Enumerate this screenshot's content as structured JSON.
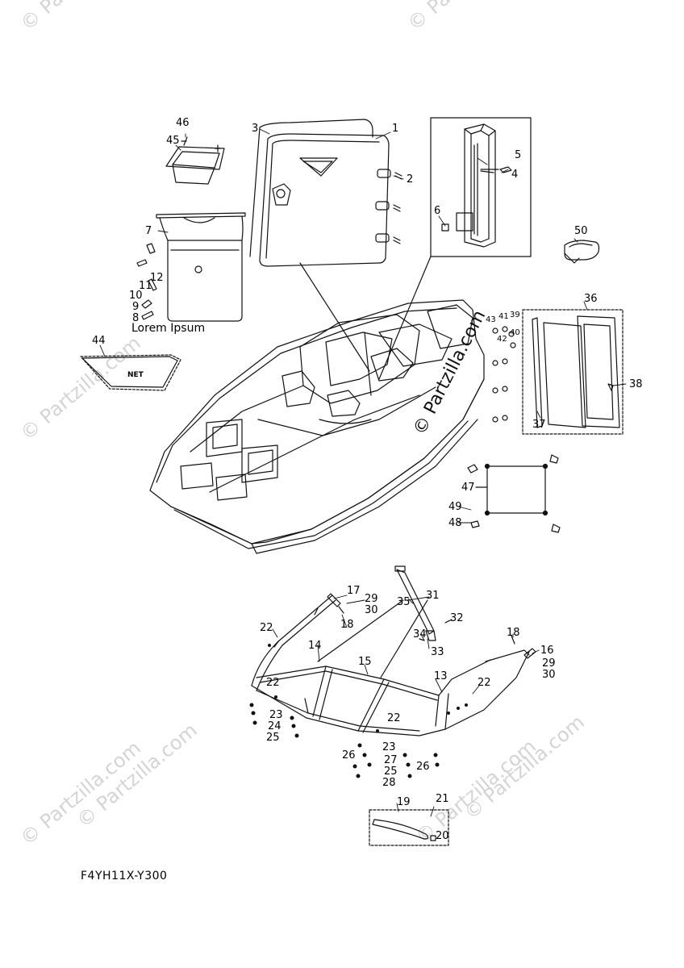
{
  "diagram": {
    "code": "F4YH11X-Y300",
    "note": "Lorem Ipsum",
    "net_label": "NET",
    "center_watermark": "© Partzilla.com",
    "watermarks": [
      {
        "text": "© Partzilla.com"
      },
      {
        "text": "© Partzilla.com"
      },
      {
        "text": "© Partzilla.com"
      },
      {
        "text": "© Partzilla.com"
      },
      {
        "text": "© Partzilla.com"
      },
      {
        "text": "© Partzilla.com"
      },
      {
        "text": "© Partzilla.com"
      }
    ],
    "callouts": [
      "1",
      "2",
      "3",
      "4",
      "5",
      "6",
      "7",
      "8",
      "9",
      "10",
      "11",
      "12",
      "13",
      "14",
      "15",
      "16",
      "17",
      "18",
      "18",
      "19",
      "20",
      "21",
      "22",
      "22",
      "22",
      "22",
      "22",
      "23",
      "23",
      "24",
      "25",
      "25",
      "26",
      "26",
      "27",
      "28",
      "29",
      "29",
      "30",
      "30",
      "31",
      "32",
      "33",
      "34",
      "35",
      "36",
      "37",
      "38",
      "39",
      "40",
      "41",
      "42",
      "43",
      "44",
      "45",
      "46",
      "47",
      "48",
      "49",
      "50"
    ]
  }
}
